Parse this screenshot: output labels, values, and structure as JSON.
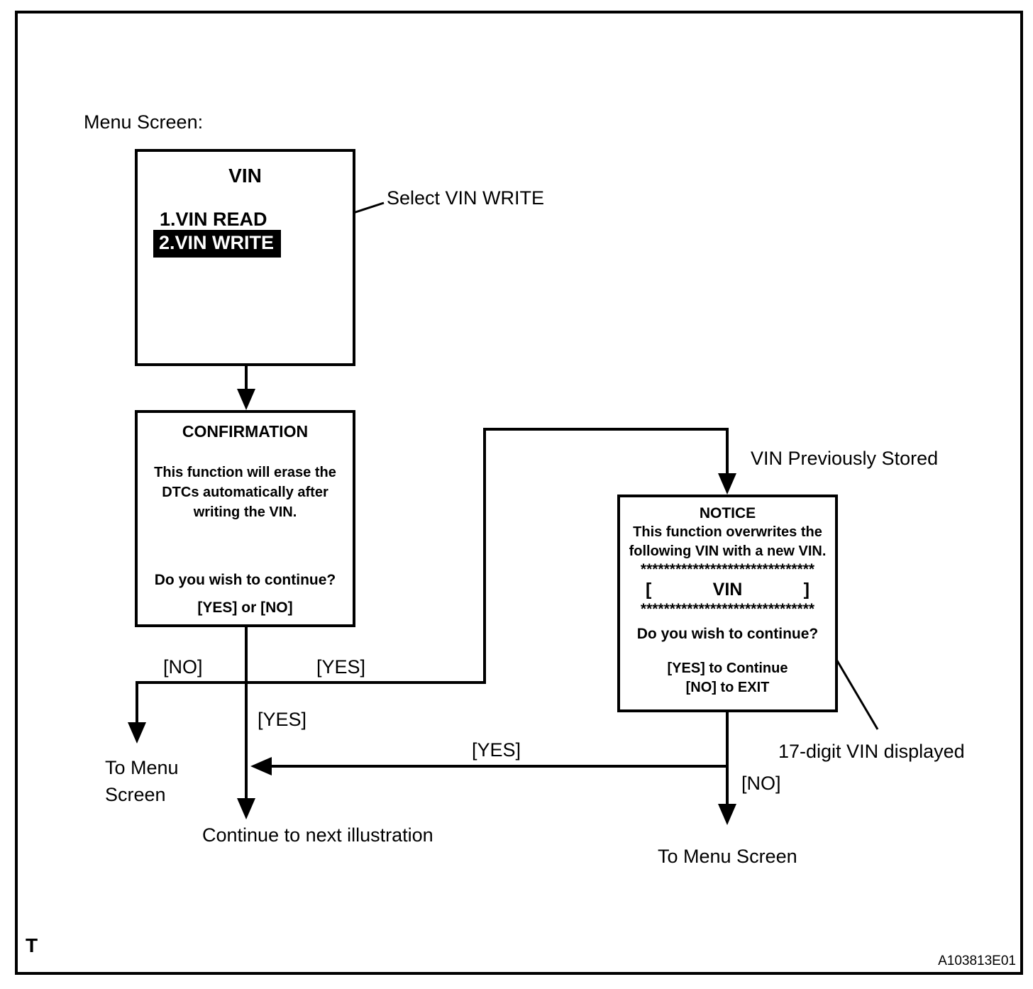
{
  "labels": {
    "menu_screen": "Menu Screen:",
    "select_vin_write": "Select VIN WRITE",
    "vin_previously_stored": "VIN Previously Stored",
    "no_left": "[NO]",
    "yes_upper": "[YES]",
    "yes_center": "[YES]",
    "yes_long": "[YES]",
    "no_right": "[NO]",
    "to_menu_screen_left": "To Menu\nScreen",
    "continue_next": "Continue to next illustration",
    "to_menu_screen_right": "To Menu Screen",
    "seventeen_digit_vin": "17-digit VIN displayed",
    "page_marker": "T",
    "figure_code": "A103813E01"
  },
  "vin_menu": {
    "title": "VIN",
    "item1": "1.VIN READ",
    "item2": "2.VIN WRITE"
  },
  "confirmation": {
    "title": "CONFIRMATION",
    "body": "This function will erase the\nDTCs automatically after\nwriting the VIN.",
    "question": "Do you wish to continue?",
    "options": "[YES] or [NO]"
  },
  "notice": {
    "title": "NOTICE",
    "line1": "This function overwrites the",
    "line2": "following VIN with a new VIN.",
    "asterisks": "******************************",
    "bracket_open": "[",
    "vin_label": "VIN",
    "bracket_close": "]",
    "question": "Do you wish to continue?",
    "yes_action": "[YES] to Continue",
    "no_action": "[NO] to EXIT"
  },
  "colors": {
    "ink": "#000000",
    "paper": "#ffffff",
    "highlight_bg": "#000000",
    "highlight_fg": "#ffffff"
  }
}
